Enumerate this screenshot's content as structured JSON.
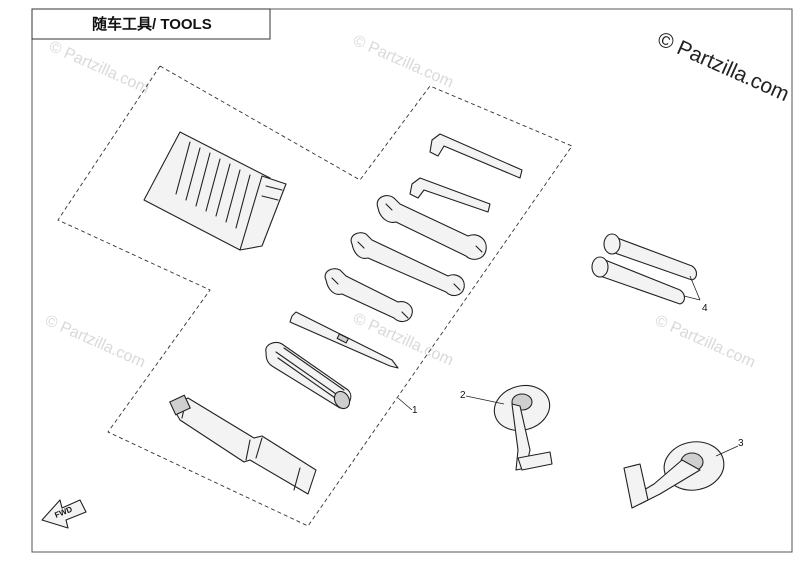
{
  "title": "随车工具/ TOOLS",
  "watermark": {
    "main": "© Partzilla.com",
    "repeat": "© Partzilla.com"
  },
  "fwd_label": "FWD",
  "callouts": [
    "1",
    "2",
    "3",
    "4"
  ]
}
